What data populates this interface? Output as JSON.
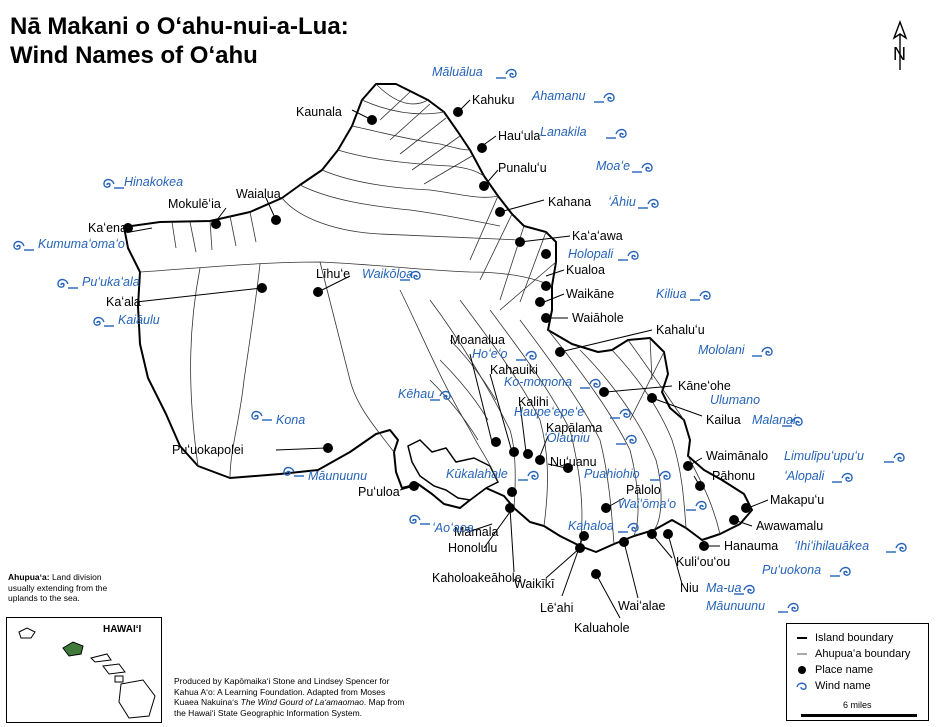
{
  "title": {
    "line1": "Nā Makani o Oʻahu-nui-a-Lua:",
    "line2": "Wind Names of Oʻahu"
  },
  "north_arrow": {
    "label": "N"
  },
  "places": [
    "Kaunala",
    "Kahuku",
    "Hauʻula",
    "Punaluʻu",
    "Kahana",
    "Kaʻaʻawa",
    "Kualoa",
    "Waikāne",
    "Waiāhole",
    "Kahaluʻu",
    "Kāneʻohe",
    "Kailua",
    "Waimānalo",
    "Pāhonu",
    "Makapuʻu",
    "Awawamalu",
    "Hanauma",
    "Kuliʻouʻou",
    "Niu",
    "Waiʻalae",
    "Kaluahole",
    "Lēʻahi",
    "Waikīkī",
    "Kaholoakeāhole",
    "Honolulu",
    "Māmala",
    "Puʻuloa",
    "Puʻuokapolei",
    "Kaʻala",
    "Kaʻena",
    "Mokulēʻia",
    "Waialua",
    "Līhuʻe",
    "Moanalua",
    "Kahauiki",
    "Kalihi",
    "Kapālama",
    "Nuʻuanu",
    "Pālolo"
  ],
  "winds": [
    "Māluālua",
    "Ahamanu",
    "Lanakila",
    "Moaʻe",
    "ʻĀhiu",
    "Holopali",
    "Kiliua",
    "Mololani",
    "Ulumano",
    "Malanai",
    "Limulīpuʻupuʻu",
    "ʻAlopali",
    "Hinakokea",
    "Kumumaʻomaʻo",
    "Puʻukaʻala",
    "Kaiāulu",
    "Waikōloa",
    "Hoʻeʻo",
    "Ko-momona",
    "Kēhau",
    "Haupeʻepeʻe",
    "ʻŌlauniu",
    "Kona",
    "Māunuunu",
    "Kūkalahale",
    "Puahiohio",
    "Waiʻōmaʻo",
    "Kahaloa",
    "ʻAoʻaoa",
    "ʻIhiʻihilauākea",
    "Puʻuokona",
    "Ma-ua",
    "Māunuunu"
  ],
  "notes": {
    "ahupuaa_label": "Ahupuaʻa:",
    "ahupuaa_text1": "Land division",
    "ahupuaa_text2": "usually extending from the",
    "ahupuaa_text3": "uplands to the sea.",
    "credit1": "Produced by Kapōmaikaʻi Stone and Lindsey Spencer for",
    "credit2": "Kahua Aʻo: A Learning Foundation.  Adapted from Moses",
    "credit3_a": "Kuaea Nakuinaʻs ",
    "credit3_b": "The Wind Gourd of Laʻamaomao",
    "credit3_c": ".  Map from",
    "credit4": "the Hawaiʻi State Geographic Information System."
  },
  "inset": {
    "label": "HAWAIʻI"
  },
  "legend": {
    "island_boundary": "Island boundary",
    "ahupuaa_boundary": "Ahupuaʻa boundary",
    "place_name": "Place name",
    "wind_name": "Wind name",
    "scale": "6 miles"
  }
}
